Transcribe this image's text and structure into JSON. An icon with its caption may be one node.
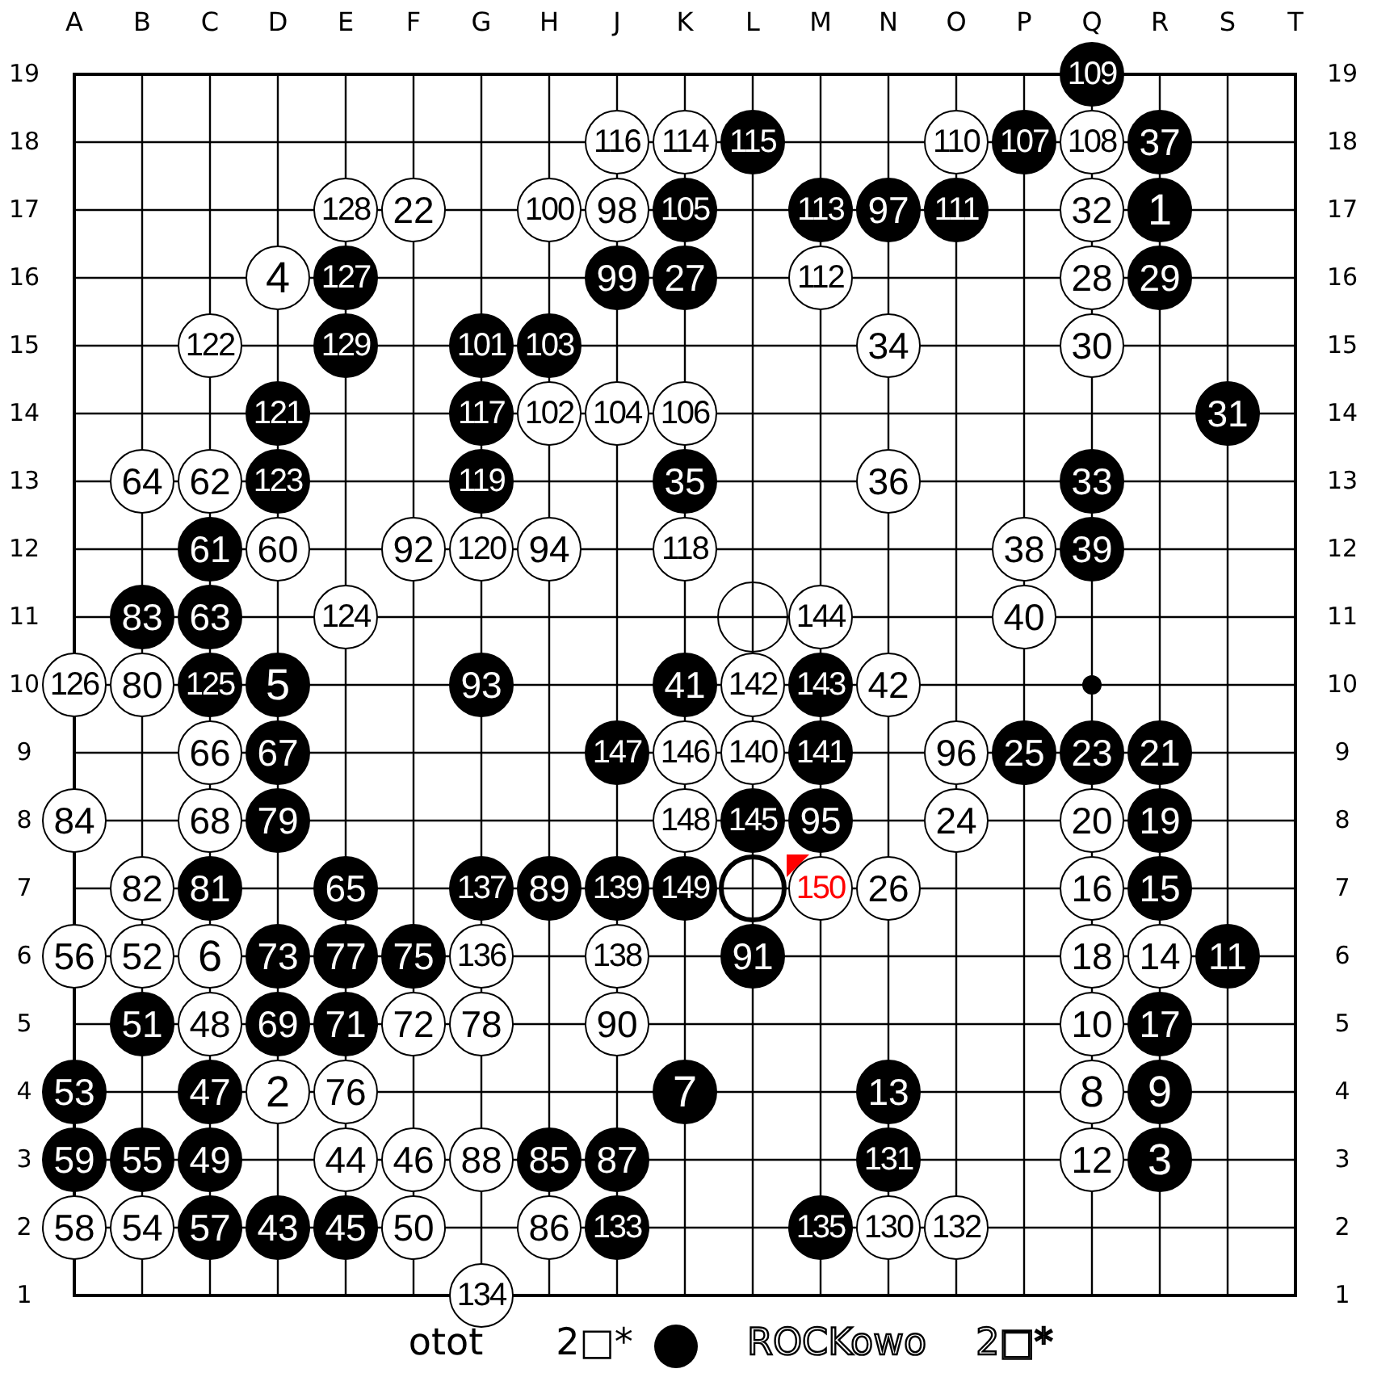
{
  "diagram": {
    "nodes": [
      {
        "text": [
          "109"
        ]
      },
      {
        "text": [
          "116"
        ]
      },
      {
        "text": [
          "114"
        ]
      },
      {
        "text": [
          "115"
        ]
      },
      {
        "text": [
          "110"
        ]
      },
      {
        "text": [
          "107"
        ]
      },
      {
        "text": [
          "108"
        ]
      },
      {
        "text": [
          "37"
        ]
      },
      {
        "text": [
          "128"
        ]
      },
      {
        "text": [
          "22"
        ]
      },
      {
        "text": [
          "100"
        ]
      },
      {
        "text": [
          "98"
        ]
      },
      {
        "text": [
          "105"
        ]
      },
      {
        "text": [
          "113"
        ]
      },
      {
        "text": [
          "97"
        ]
      },
      {
        "text": [
          "111"
        ]
      },
      {
        "text": [
          "32"
        ]
      },
      {
        "text": [
          "1"
        ]
      },
      {
        "text": [
          "4"
        ]
      },
      {
        "text": [
          "127"
        ]
      },
      {
        "text": [
          "99"
        ]
      },
      {
        "text": [
          "27"
        ]
      },
      {
        "text": [
          "112"
        ]
      },
      {
        "text": [
          "28"
        ]
      },
      {
        "text": [
          "29"
        ]
      },
      {
        "text": [
          "122"
        ]
      },
      {
        "text": [
          "129"
        ]
      },
      {
        "text": [
          "101"
        ]
      },
      {
        "text": [
          "103"
        ]
      },
      {
        "text": [
          "34"
        ]
      },
      {
        "text": [
          "30"
        ]
      },
      {
        "text": [
          "121"
        ]
      },
      {
        "text": [
          "117"
        ]
      },
      {
        "text": [
          "102"
        ]
      },
      {
        "text": [
          "104"
        ]
      },
      {
        "text": [
          "106"
        ]
      },
      {
        "text": [
          "31"
        ]
      },
      {
        "text": [
          "64"
        ]
      },
      {
        "text": [
          "62"
        ]
      },
      {
        "text": [
          "123"
        ]
      },
      {
        "text": [
          "119"
        ]
      },
      {
        "text": [
          "35"
        ]
      },
      {
        "text": [
          "36"
        ]
      },
      {
        "text": [
          "33"
        ]
      },
      {
        "text": [
          "61"
        ]
      },
      {
        "text": [
          "60"
        ]
      },
      {
        "text": [
          "92"
        ]
      },
      {
        "text": [
          "120"
        ]
      },
      {
        "text": [
          "94"
        ]
      },
      {
        "text": [
          "118"
        ]
      },
      {
        "text": [
          "38"
        ]
      },
      {
        "text": [
          "39"
        ]
      },
      {
        "text": [
          "83"
        ]
      },
      {
        "text": [
          "63"
        ]
      },
      {
        "text": [
          "124"
        ]
      },
      {
        "text": [],
        "shape": "circle"
      },
      {
        "text": [
          "144"
        ]
      },
      {
        "text": [
          "40"
        ]
      },
      {
        "text": [
          "126"
        ]
      },
      {
        "text": [
          "80"
        ]
      },
      {
        "text": [
          "125"
        ]
      },
      {
        "text": [
          "5"
        ]
      },
      {
        "text": [
          "93"
        ]
      },
      {
        "text": [
          "41"
        ]
      },
      {
        "text": [
          "142"
        ]
      },
      {
        "text": [
          "143"
        ]
      },
      {
        "text": [
          "42"
        ]
      },
      {
        "text": [
          "66"
        ]
      },
      {
        "text": [
          "67"
        ]
      },
      {
        "text": [
          "147"
        ]
      },
      {
        "text": [
          "146"
        ]
      },
      {
        "text": [
          "140"
        ]
      },
      {
        "text": [
          "141"
        ]
      },
      {
        "text": [
          "96"
        ]
      },
      {
        "text": [
          "25"
        ]
      },
      {
        "text": [
          "23"
        ]
      },
      {
        "text": [
          "21"
        ]
      },
      {
        "text": [
          "84"
        ]
      },
      {
        "text": [
          "68"
        ]
      },
      {
        "text": [
          "79"
        ]
      },
      {
        "text": [
          "148"
        ]
      },
      {
        "text": [
          "145"
        ]
      },
      {
        "text": [
          "95"
        ]
      },
      {
        "text": [
          "24"
        ]
      },
      {
        "text": [
          "20"
        ]
      },
      {
        "text": [
          "19"
        ]
      },
      {
        "text": [
          "82"
        ]
      },
      {
        "text": [
          "81"
        ]
      },
      {
        "text": [
          "65"
        ]
      },
      {
        "text": [
          "137"
        ]
      },
      {
        "text": [
          "89"
        ]
      },
      {
        "text": [
          "139"
        ]
      },
      {
        "text": [
          "149"
        ]
      },
      {
        "text": [],
        "shape": "circle"
      },
      {
        "text": [
          "150"
        ]
      },
      {
        "text": [
          "26"
        ]
      },
      {
        "text": [
          "16"
        ]
      },
      {
        "text": [
          "15"
        ]
      },
      {
        "text": [
          "56"
        ]
      },
      {
        "text": [
          "52"
        ]
      },
      {
        "text": [
          "6"
        ]
      },
      {
        "text": [
          "73"
        ]
      },
      {
        "text": [
          "77"
        ]
      },
      {
        "text": [
          "75"
        ]
      },
      {
        "text": [
          "136"
        ]
      },
      {
        "text": [
          "138"
        ]
      },
      {
        "text": [
          "91"
        ]
      },
      {
        "text": [
          "18"
        ]
      },
      {
        "text": [
          "14"
        ]
      },
      {
        "text": [
          "11"
        ]
      },
      {
        "text": [
          "51"
        ]
      },
      {
        "text": [
          "48"
        ]
      },
      {
        "text": [
          "69"
        ]
      },
      {
        "text": [
          "71"
        ]
      },
      {
        "text": [
          "72"
        ]
      },
      {
        "text": [
          "78"
        ]
      },
      {
        "text": [
          "90"
        ]
      },
      {
        "text": [
          "10"
        ]
      },
      {
        "text": [
          "17"
        ]
      },
      {
        "text": [
          "53"
        ]
      },
      {
        "text": [
          "47"
        ]
      },
      {
        "text": [
          "2"
        ]
      },
      {
        "text": [
          "76"
        ]
      },
      {
        "text": [
          "7"
        ]
      },
      {
        "text": [
          "13"
        ]
      },
      {
        "text": [
          "8"
        ]
      },
      {
        "text": [
          "9"
        ]
      },
      {
        "text": [
          "59"
        ]
      },
      {
        "text": [
          "55"
        ]
      },
      {
        "text": [
          "49"
        ]
      },
      {
        "text": [
          "44"
        ]
      },
      {
        "text": [
          "46"
        ]
      },
      {
        "text": [
          "88"
        ]
      },
      {
        "text": [
          "85"
        ]
      },
      {
        "text": [
          "87"
        ]
      },
      {
        "text": [
          "131"
        ]
      },
      {
        "text": [
          "12"
        ]
      },
      {
        "text": [
          "3"
        ]
      },
      {
        "text": [
          "58"
        ]
      },
      {
        "text": [
          "54"
        ]
      },
      {
        "text": [
          "57"
        ]
      },
      {
        "text": [
          "43"
        ]
      },
      {
        "text": [
          "45"
        ]
      },
      {
        "text": [
          "50"
        ]
      },
      {
        "text": [
          "86"
        ]
      },
      {
        "text": [
          "133"
        ]
      },
      {
        "text": [
          "135"
        ]
      },
      {
        "text": [
          "130"
        ]
      },
      {
        "text": [
          "132"
        ]
      },
      {
        "text": [
          "134"
        ]
      }
    ],
    "labels": [
      "A",
      "B",
      "C",
      "D",
      "E",
      "F",
      "G",
      "H",
      "J",
      "K",
      "L",
      "M",
      "N",
      "O",
      "P",
      "Q",
      "R",
      "S",
      "T",
      "19",
      "19",
      "18",
      "18",
      "17",
      "17",
      "16",
      "16",
      "15",
      "15",
      "14",
      "14",
      "13",
      "13",
      "12",
      "12",
      "11",
      "11",
      "10",
      "10",
      "9",
      "9",
      "8",
      "8",
      "7",
      "7",
      "6",
      "6",
      "5",
      "5",
      "4",
      "4",
      "3",
      "3",
      "2",
      "2",
      "1",
      "1",
      "otot",
      "2□*",
      "ROCKowo",
      "2□*"
    ]
  }
}
